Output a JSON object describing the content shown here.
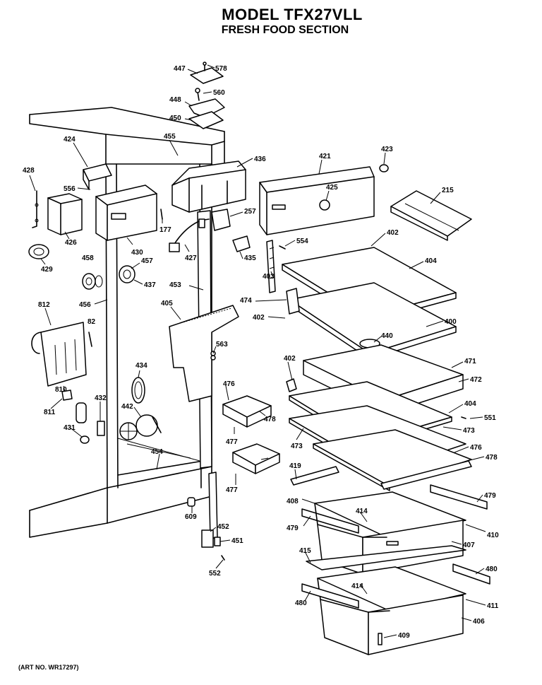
{
  "header": {
    "model": "MODEL TFX27VLL",
    "section": "FRESH FOOD SECTION"
  },
  "footer": {
    "art_no": "(ART NO. WR17297)"
  },
  "callouts": [
    {
      "id": "c447",
      "text": "447"
    },
    {
      "id": "c578",
      "text": "578"
    },
    {
      "id": "c448",
      "text": "448"
    },
    {
      "id": "c560",
      "text": "560"
    },
    {
      "id": "c450",
      "text": "450"
    },
    {
      "id": "c455",
      "text": "455"
    },
    {
      "id": "c424",
      "text": "424"
    },
    {
      "id": "c428",
      "text": "428"
    },
    {
      "id": "c556",
      "text": "556"
    },
    {
      "id": "c426",
      "text": "426"
    },
    {
      "id": "c430",
      "text": "430"
    },
    {
      "id": "c177",
      "text": "177"
    },
    {
      "id": "c429",
      "text": "429"
    },
    {
      "id": "c458",
      "text": "458"
    },
    {
      "id": "c457",
      "text": "457"
    },
    {
      "id": "c437",
      "text": "437"
    },
    {
      "id": "c456",
      "text": "456"
    },
    {
      "id": "c812",
      "text": "812"
    },
    {
      "id": "c82",
      "text": "82"
    },
    {
      "id": "c810",
      "text": "810"
    },
    {
      "id": "c811",
      "text": "811"
    },
    {
      "id": "c431",
      "text": "431"
    },
    {
      "id": "c432",
      "text": "432"
    },
    {
      "id": "c434",
      "text": "434"
    },
    {
      "id": "c442",
      "text": "442"
    },
    {
      "id": "c454",
      "text": "454"
    },
    {
      "id": "c436",
      "text": "436"
    },
    {
      "id": "c427",
      "text": "427"
    },
    {
      "id": "c257",
      "text": "257"
    },
    {
      "id": "c453",
      "text": "453"
    },
    {
      "id": "c405",
      "text": "405"
    },
    {
      "id": "c563",
      "text": "563"
    },
    {
      "id": "c435",
      "text": "435"
    },
    {
      "id": "c421",
      "text": "421"
    },
    {
      "id": "c423",
      "text": "423"
    },
    {
      "id": "c425",
      "text": "425"
    },
    {
      "id": "c215",
      "text": "215"
    },
    {
      "id": "c402a",
      "text": "402"
    },
    {
      "id": "c554",
      "text": "554"
    },
    {
      "id": "c403",
      "text": "403"
    },
    {
      "id": "c404a",
      "text": "404"
    },
    {
      "id": "c474",
      "text": "474"
    },
    {
      "id": "c402b",
      "text": "402"
    },
    {
      "id": "c400",
      "text": "400"
    },
    {
      "id": "c440",
      "text": "440"
    },
    {
      "id": "c402c",
      "text": "402"
    },
    {
      "id": "c471",
      "text": "471"
    },
    {
      "id": "c472",
      "text": "472"
    },
    {
      "id": "c404b",
      "text": "404"
    },
    {
      "id": "c551",
      "text": "551"
    },
    {
      "id": "c473a",
      "text": "473"
    },
    {
      "id": "c473b",
      "text": "473"
    },
    {
      "id": "c476a",
      "text": "476"
    },
    {
      "id": "c478a",
      "text": "478"
    },
    {
      "id": "c477a",
      "text": "477"
    },
    {
      "id": "c477b",
      "text": "477"
    },
    {
      "id": "c476b",
      "text": "476"
    },
    {
      "id": "c478b",
      "text": "478"
    },
    {
      "id": "c419",
      "text": "419"
    },
    {
      "id": "c479a",
      "text": "479"
    },
    {
      "id": "c408",
      "text": "408"
    },
    {
      "id": "c414a",
      "text": "414"
    },
    {
      "id": "c479b",
      "text": "479"
    },
    {
      "id": "c410",
      "text": "410"
    },
    {
      "id": "c407",
      "text": "407"
    },
    {
      "id": "c609",
      "text": "609"
    },
    {
      "id": "c452",
      "text": "452"
    },
    {
      "id": "c451",
      "text": "451"
    },
    {
      "id": "c552",
      "text": "552"
    },
    {
      "id": "c415",
      "text": "415"
    },
    {
      "id": "c480a",
      "text": "480"
    },
    {
      "id": "c414b",
      "text": "414"
    },
    {
      "id": "c480b",
      "text": "480"
    },
    {
      "id": "c411",
      "text": "411"
    },
    {
      "id": "c406",
      "text": "406"
    },
    {
      "id": "c409",
      "text": "409"
    }
  ]
}
